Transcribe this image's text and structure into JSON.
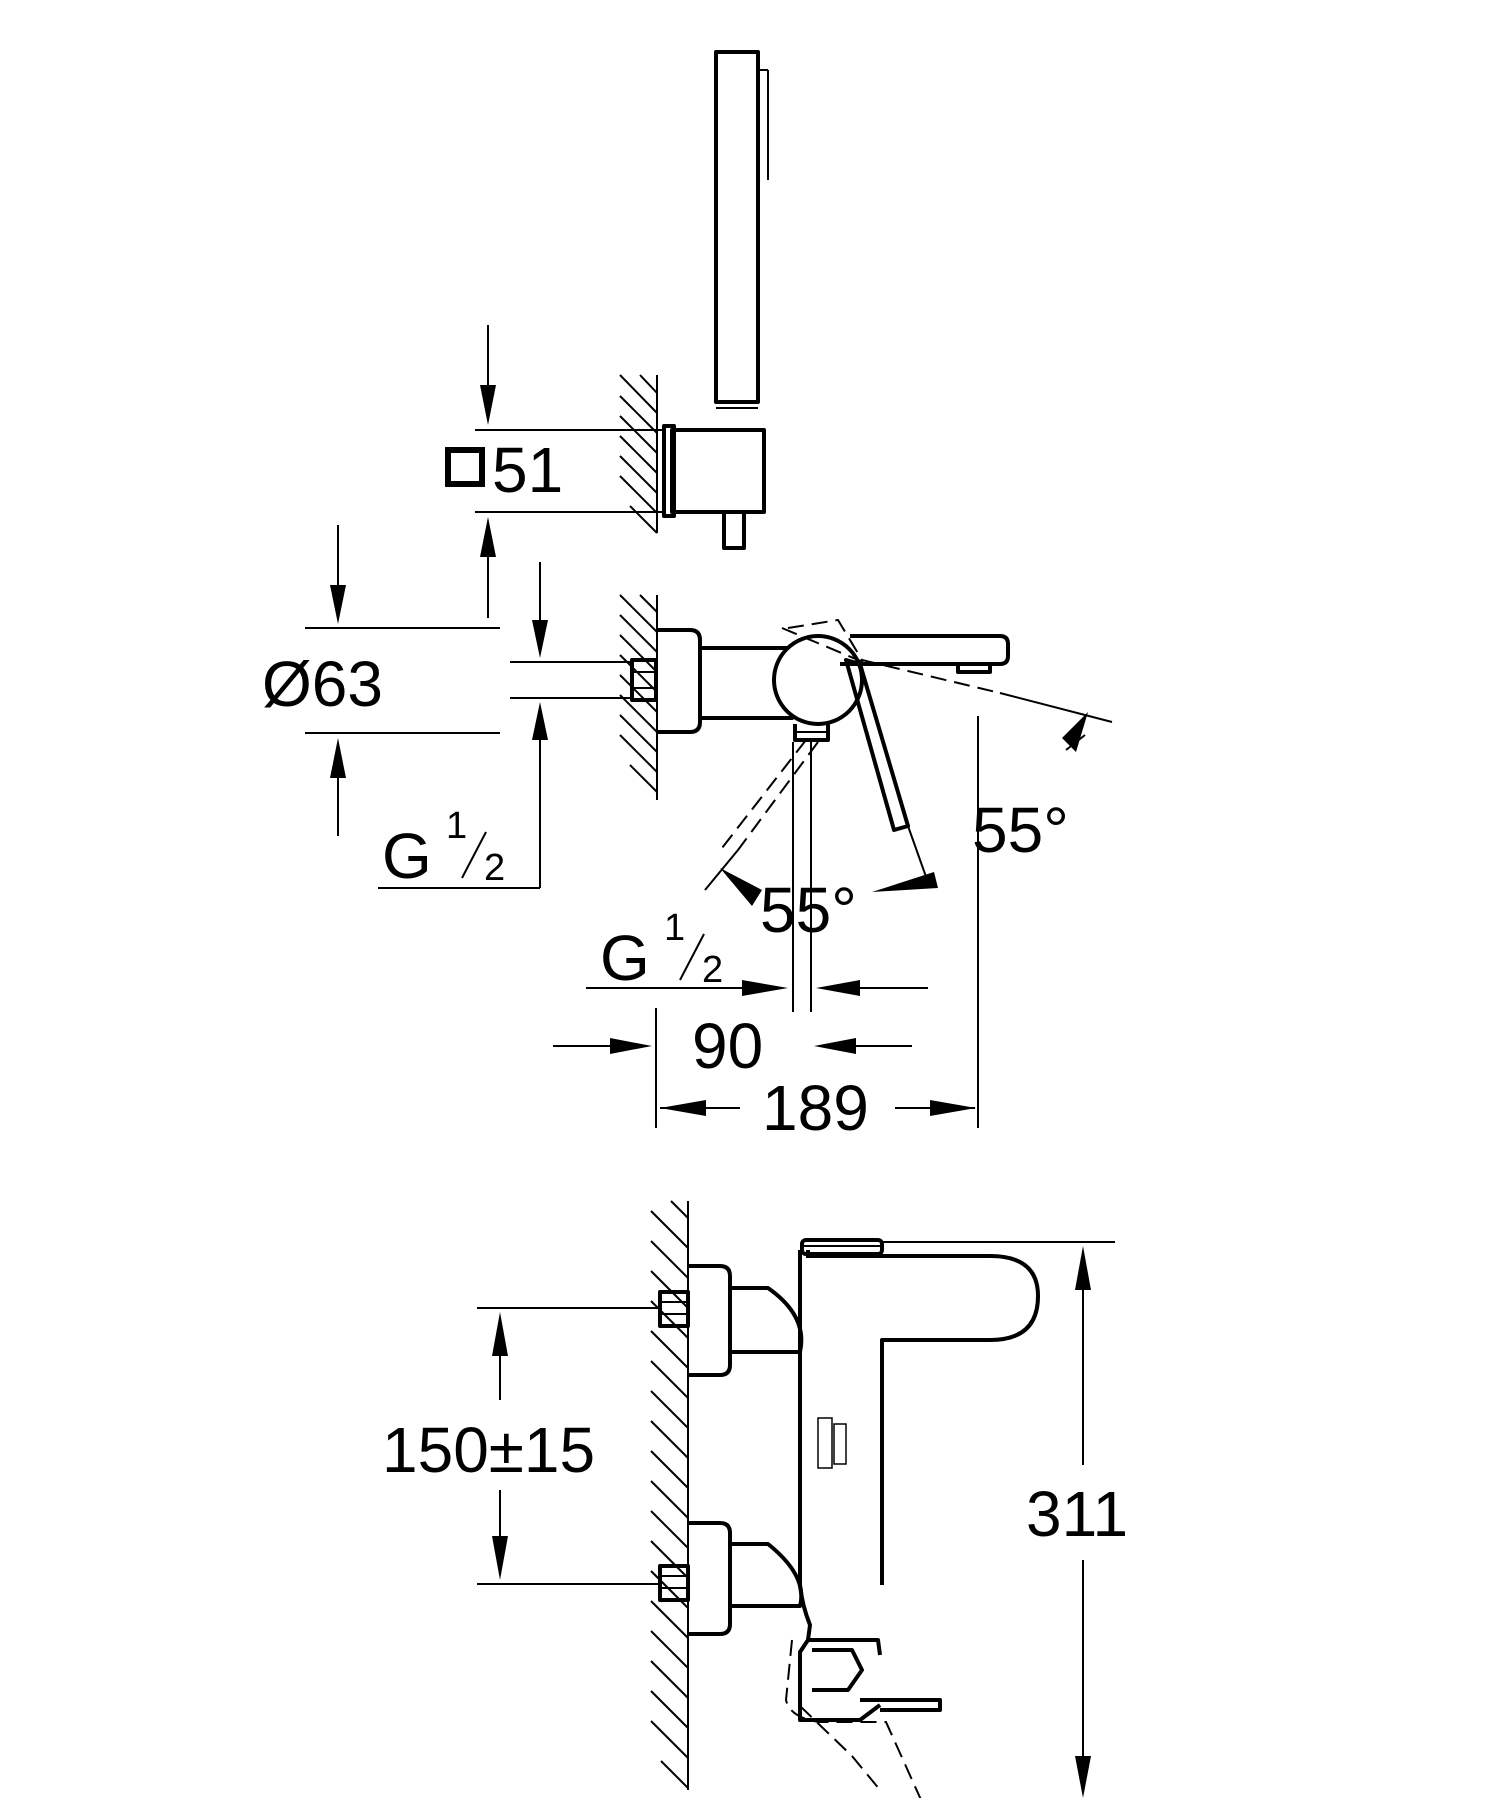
{
  "labels": {
    "square_51": "51",
    "diameter_63": "Ø63",
    "g_half_left_main": "G",
    "g_half_left_num": "1",
    "g_half_left_den": "2",
    "angle_right": "55°",
    "angle_lower": "55°",
    "g_half_mid_main": "G",
    "g_half_mid_num": "1",
    "g_half_mid_den": "2",
    "dim_90": "90",
    "dim_189": "189",
    "dim_150": "150±15",
    "dim_311": "311"
  }
}
